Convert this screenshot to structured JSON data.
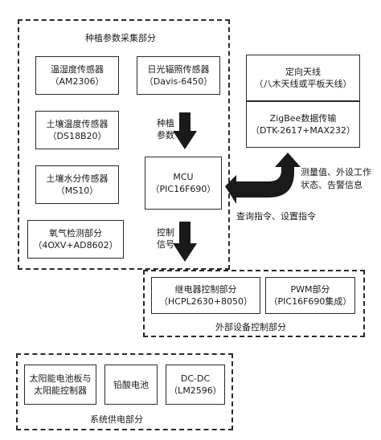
{
  "groups": {
    "sensing": "种植参数采集部分",
    "external_control": "外部设备控制部分",
    "power": "系统供电部分"
  },
  "sensors": [
    {
      "name": "温湿度传感器",
      "model": "（AM2306）"
    },
    {
      "name": "日光辐照传感器",
      "model": "（Davis-6450）"
    },
    {
      "name": "土壤温度传感器",
      "model": "（DS18B20）"
    },
    {
      "name": "土壤水分传感器",
      "model": "（MS10）"
    },
    {
      "name": "氧气检测部分",
      "model": "（4OXV+AD8602）"
    }
  ],
  "mcu": {
    "name": "MCU",
    "model": "（PIC16F690）"
  },
  "antenna": {
    "name": "定向天线",
    "model": "（八木天线或平板天线）"
  },
  "zigbee": {
    "name": "ZigBee数据传输",
    "model": "（DTK-2617+MAX232）"
  },
  "relay": {
    "name": "继电器控制部分",
    "model": "（HCPL2630+8050）"
  },
  "pwm": {
    "name": "PWM部分",
    "model": "（PIC16F690集成）"
  },
  "power_modules": [
    {
      "line1": "太阳能电池板与",
      "line2": "太阳能控制器"
    },
    {
      "line1": "铅酸电池",
      "line2": ""
    },
    {
      "line1": "DC-DC",
      "line2": "（LM2596）"
    }
  ],
  "edge_labels": {
    "params": "种植参数",
    "control": "控制信号",
    "uplink_1": "测量值、外设工作",
    "uplink_2": "状态、告警信息",
    "downlink": "查询指令、设置指令"
  }
}
